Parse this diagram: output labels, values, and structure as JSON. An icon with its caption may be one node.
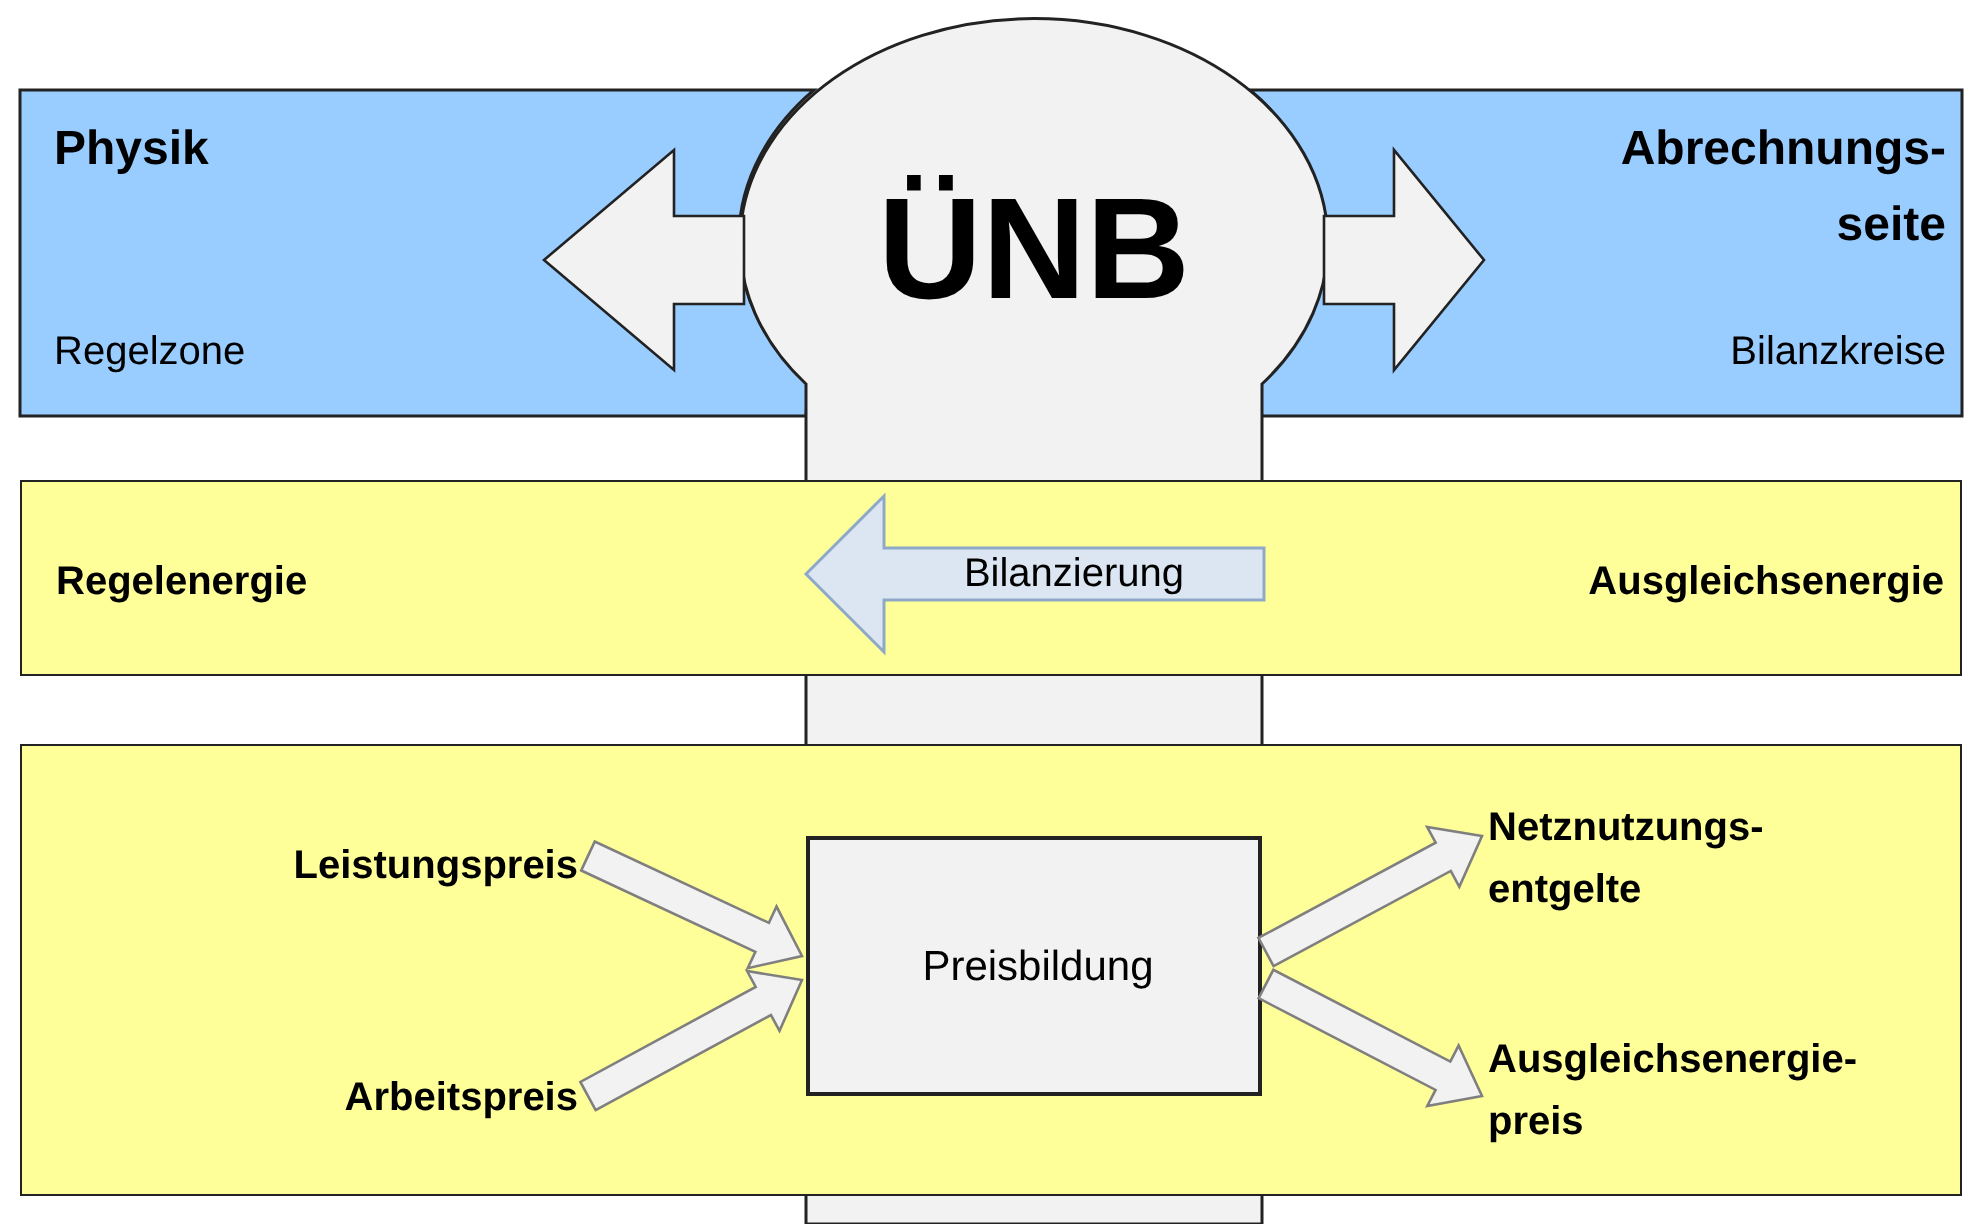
{
  "diagram": {
    "nodes": [
      {
        "text": [
          "Physik",
          "Regelzone"
        ]
      },
      {
        "text": [
          "Abrechnungs- seite",
          "Bilanzkreise"
        ]
      },
      {
        "text": [
          "ÜNB"
        ]
      },
      {
        "text": [
          "Regelenergie",
          "Ausgleichsenergie"
        ]
      },
      {
        "text": [
          "Bilanzierung"
        ]
      },
      {
        "text": [],
        "shape": "box"
      },
      {
        "text": [
          "Leistungspreis"
        ],
        "in": 5
      },
      {
        "text": [
          "Preisbildung"
        ]
      },
      {
        "text": [
          "Netznutzungs- entgelte"
        ],
        "in": 5
      },
      {
        "text": [
          "Arbeitspreis"
        ],
        "in": 5
      },
      {
        "text": [
          "Ausgleichsenergie- preis"
        ],
        "in": 5
      }
    ],
    "edges": [
      {
        "from": 2,
        "to": null,
        "arrow": "to"
      },
      {
        "from": 2,
        "to": null,
        "arrow": "to"
      },
      {
        "from": 6,
        "to": 7,
        "arrow": "to"
      },
      {
        "from": 9,
        "to": 7,
        "arrow": "to"
      },
      {
        "from": 7,
        "to": 8,
        "arrow": "to"
      },
      {
        "from": 7,
        "to": 10,
        "arrow": "to"
      }
    ]
  }
}
